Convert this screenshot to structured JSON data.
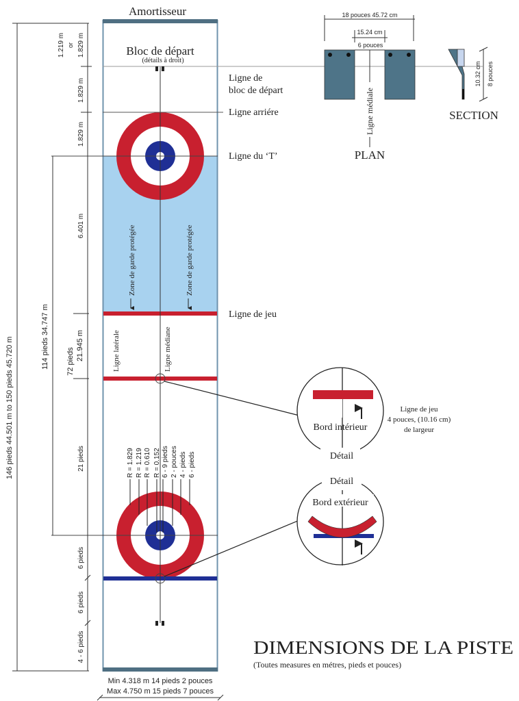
{
  "title": "DIMENSIONS DE LA PISTE",
  "subtitle": "(Toutes measures en métres, pieds et pouces)",
  "colors": {
    "sheet_border": "#6f93ad",
    "bumper": "#4f6f82",
    "house_red": "#c8202f",
    "house_blue": "#1f2f95",
    "guard_zone": "#a8d2ef",
    "hack_block": "#4e7488",
    "section_light": "#c7d6ee",
    "line": "#333333"
  },
  "sheet": {
    "bumper_label": "Amortisseur",
    "hack_label": "Bloc de départ",
    "hack_note": "(détails à droit)",
    "guard_zone_left": "Zone de garde protégée",
    "guard_zone_right": "Zone de garde protégée",
    "side_line": "Ligne latérale",
    "center_line": "Ligne médiane",
    "width_min": "Min 4.318 m 14 pieds 2 pouces",
    "width_max": "Max 4.750 m 15 pieds 7 pouces"
  },
  "line_labels": {
    "hack_line_1": "Ligne de",
    "hack_line_2": "bloc de départ",
    "back_line": "Ligne arriére",
    "tee_line": "Ligne du ‘T’",
    "hog_line": "Ligne de jeu"
  },
  "dimensions_left": {
    "overall": "146 pieds 44.501 m to 150 pieds 45.720 m",
    "tee_to_tee": "114 pieds   34.747 m",
    "hog_to_hog_ft": "72 pieds",
    "hog_to_hog_m": "21.945 m",
    "bumper_to_hack_1": "1.219 m",
    "bumper_to_hack_or": "or",
    "bumper_to_hack_2": "1.829 m",
    "hack_to_back": "1.829 m",
    "back_to_tee": "1.829 m",
    "tee_to_hog": "6.401 m",
    "hog_to_tee": "21 pieds",
    "tee_to_back": "6 pieds",
    "back_to_hack": "6 pieds",
    "hack_to_bumper": "4 - 6 pieds"
  },
  "radii": [
    {
      "label": "R = 1.829",
      "imperial": "6 - pieds"
    },
    {
      "label": "R = 1.219",
      "imperial": "4 - pieds"
    },
    {
      "label": "R = 0.610",
      "imperial": "2 - pouces"
    },
    {
      "label": "R = 0.152",
      "imperial": "6 - 9 pieds"
    }
  ],
  "radii_text": [
    "R = 1.829",
    "R = 1.219",
    "R = 0.610",
    "R = 0.152",
    "6 - 9 pieds",
    "2 - pouces",
    "4 - pieds",
    "6 - pieds"
  ],
  "hack_detail": {
    "total_width": "18 pouces 45.72 cm",
    "gap_cm": "15.24 cm",
    "gap_in": "6 pouces",
    "center_line": "Ligne médiale",
    "plan_label": "PLAN",
    "section_label": "SECTION",
    "height_cm": "10.32 cm",
    "height_in": "8 pouces"
  },
  "detail_inner": {
    "label": "Bord intérieur",
    "caption": "Détail",
    "note_1": "Ligne de jeu",
    "note_2": "4 pouces, (10.16 cm)",
    "note_3": "de largeur"
  },
  "detail_outer": {
    "label": "Bord extérieur",
    "caption": "Détail"
  }
}
